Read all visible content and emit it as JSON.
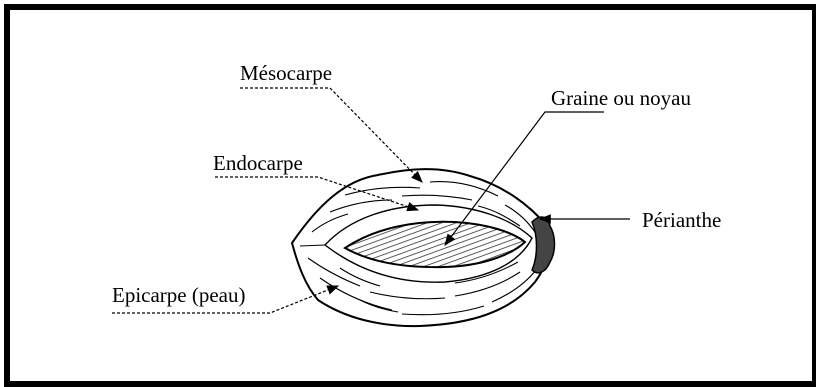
{
  "labels": {
    "mesocarpe": "Mésocarpe",
    "graine": "Graine ou noyau",
    "endocarpe": "Endocarpe",
    "perianthe": "Périanthe",
    "epicarpe": "Epicarpe (peau)"
  },
  "colors": {
    "frame": "#000000",
    "ink": "#000000",
    "background": "#ffffff"
  }
}
